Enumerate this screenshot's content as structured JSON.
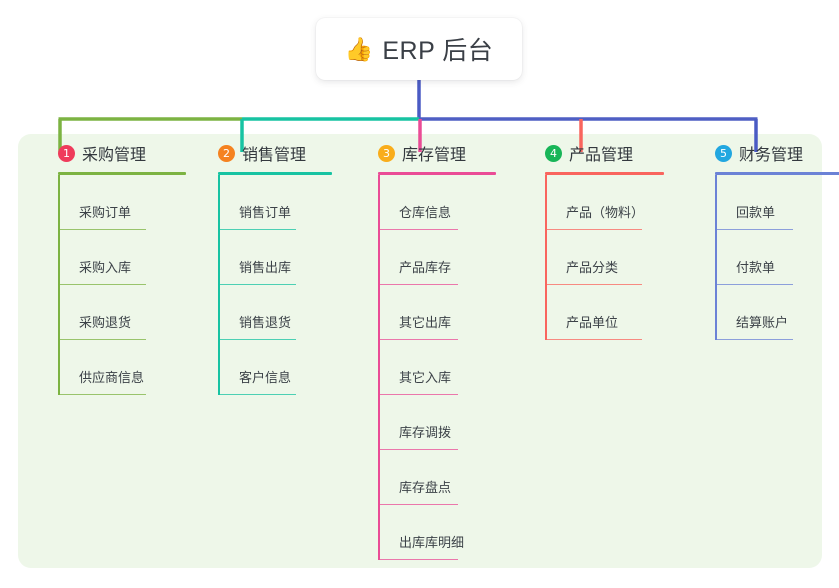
{
  "root": {
    "icon": "thumbs-up-emoji",
    "emoji": "👍",
    "title": "ERP 后台"
  },
  "panel": {
    "background_color": "#eef7e9"
  },
  "connector_colors": {
    "bar_left": "#7cb342",
    "bar_mid": "#17c3a2",
    "bar_right": "#4f5fc4",
    "root_drop": "#4a5bc4",
    "drop_1": "#7cb342",
    "drop_2": "#17c3a2",
    "drop_3": "#ea4c96",
    "drop_4": "#f9655e",
    "drop_5": "#4a5bc4"
  },
  "columns": [
    {
      "number": "1",
      "title": "采购管理",
      "badge_color": "#ef3b5b",
      "line_color": "#7cb342",
      "items": [
        {
          "label": "采购订单"
        },
        {
          "label": "采购入库"
        },
        {
          "label": "采购退货"
        },
        {
          "label": "供应商信息"
        }
      ]
    },
    {
      "number": "2",
      "title": "销售管理",
      "badge_color": "#f58220",
      "line_color": "#17c3a2",
      "items": [
        {
          "label": "销售订单"
        },
        {
          "label": "销售出库"
        },
        {
          "label": "销售退货"
        },
        {
          "label": "客户信息"
        }
      ]
    },
    {
      "number": "3",
      "title": "库存管理",
      "badge_color": "#f9ad1b",
      "line_color": "#ea4c96",
      "items": [
        {
          "label": "仓库信息"
        },
        {
          "label": "产品库存"
        },
        {
          "label": "其它出库"
        },
        {
          "label": "其它入库"
        },
        {
          "label": "库存调拨"
        },
        {
          "label": "库存盘点"
        },
        {
          "label": "出库库明细"
        }
      ]
    },
    {
      "number": "4",
      "title": "产品管理",
      "badge_color": "#18b558",
      "line_color": "#f9655e",
      "items": [
        {
          "label": "产品（物料）"
        },
        {
          "label": "产品分类"
        },
        {
          "label": "产品单位"
        }
      ]
    },
    {
      "number": "5",
      "title": "财务管理",
      "badge_color": "#22a7e0",
      "line_color": "#6b82d6",
      "items": [
        {
          "label": "回款单"
        },
        {
          "label": "付款单"
        },
        {
          "label": "结算账户"
        }
      ]
    }
  ]
}
